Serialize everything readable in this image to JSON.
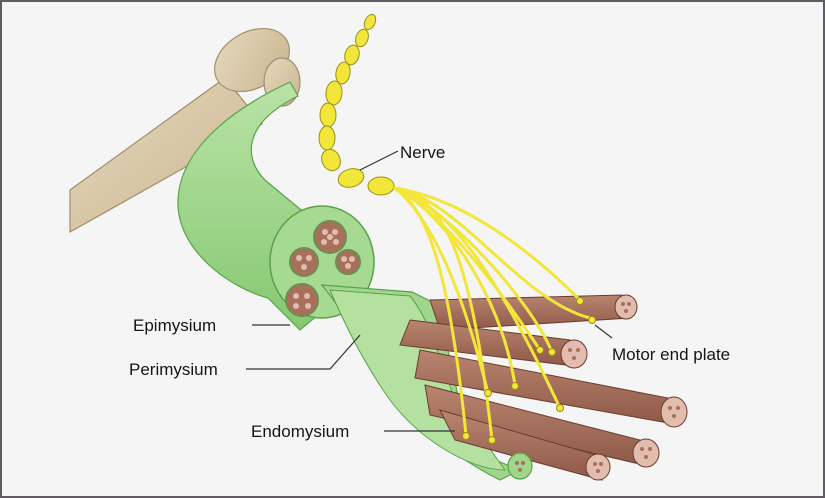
{
  "figure": {
    "labels": {
      "nerve": "Nerve",
      "motor_end_plate": "Motor end plate",
      "epimysium": "Epimysium",
      "perimysium": "Perimysium",
      "endomysium": "Endomysium"
    },
    "colors": {
      "frame_background": "#f5f5f6",
      "outer_background": "#5e5c60",
      "bone": "#d7c6a6",
      "muscle_sheath": "#9fd68b",
      "sheath_outline": "#5aa14a",
      "nerve": "#f2e63a",
      "fiber": "#a86f5a",
      "fiber_end": "#e3bcb0"
    }
  }
}
